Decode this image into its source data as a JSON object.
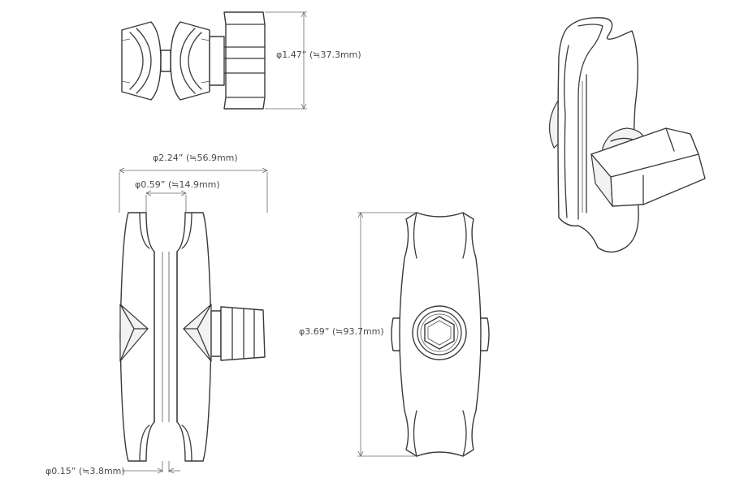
{
  "dimensions": {
    "knob_diameter": "φ1.47” (≒37.3mm)",
    "ball_span": "φ2.24” (≒56.9mm)",
    "socket_opening": "φ0.59” (≒14.9mm)",
    "arm_length": "φ3.69” (≒93.7mm)",
    "slot_width": "φ0.15” (≒3.8mm)"
  },
  "views": [
    "top-view",
    "front-view",
    "side-view",
    "isometric-view"
  ],
  "colors": {
    "line": "#3a3a3a",
    "dimension": "#6a6a6a"
  }
}
